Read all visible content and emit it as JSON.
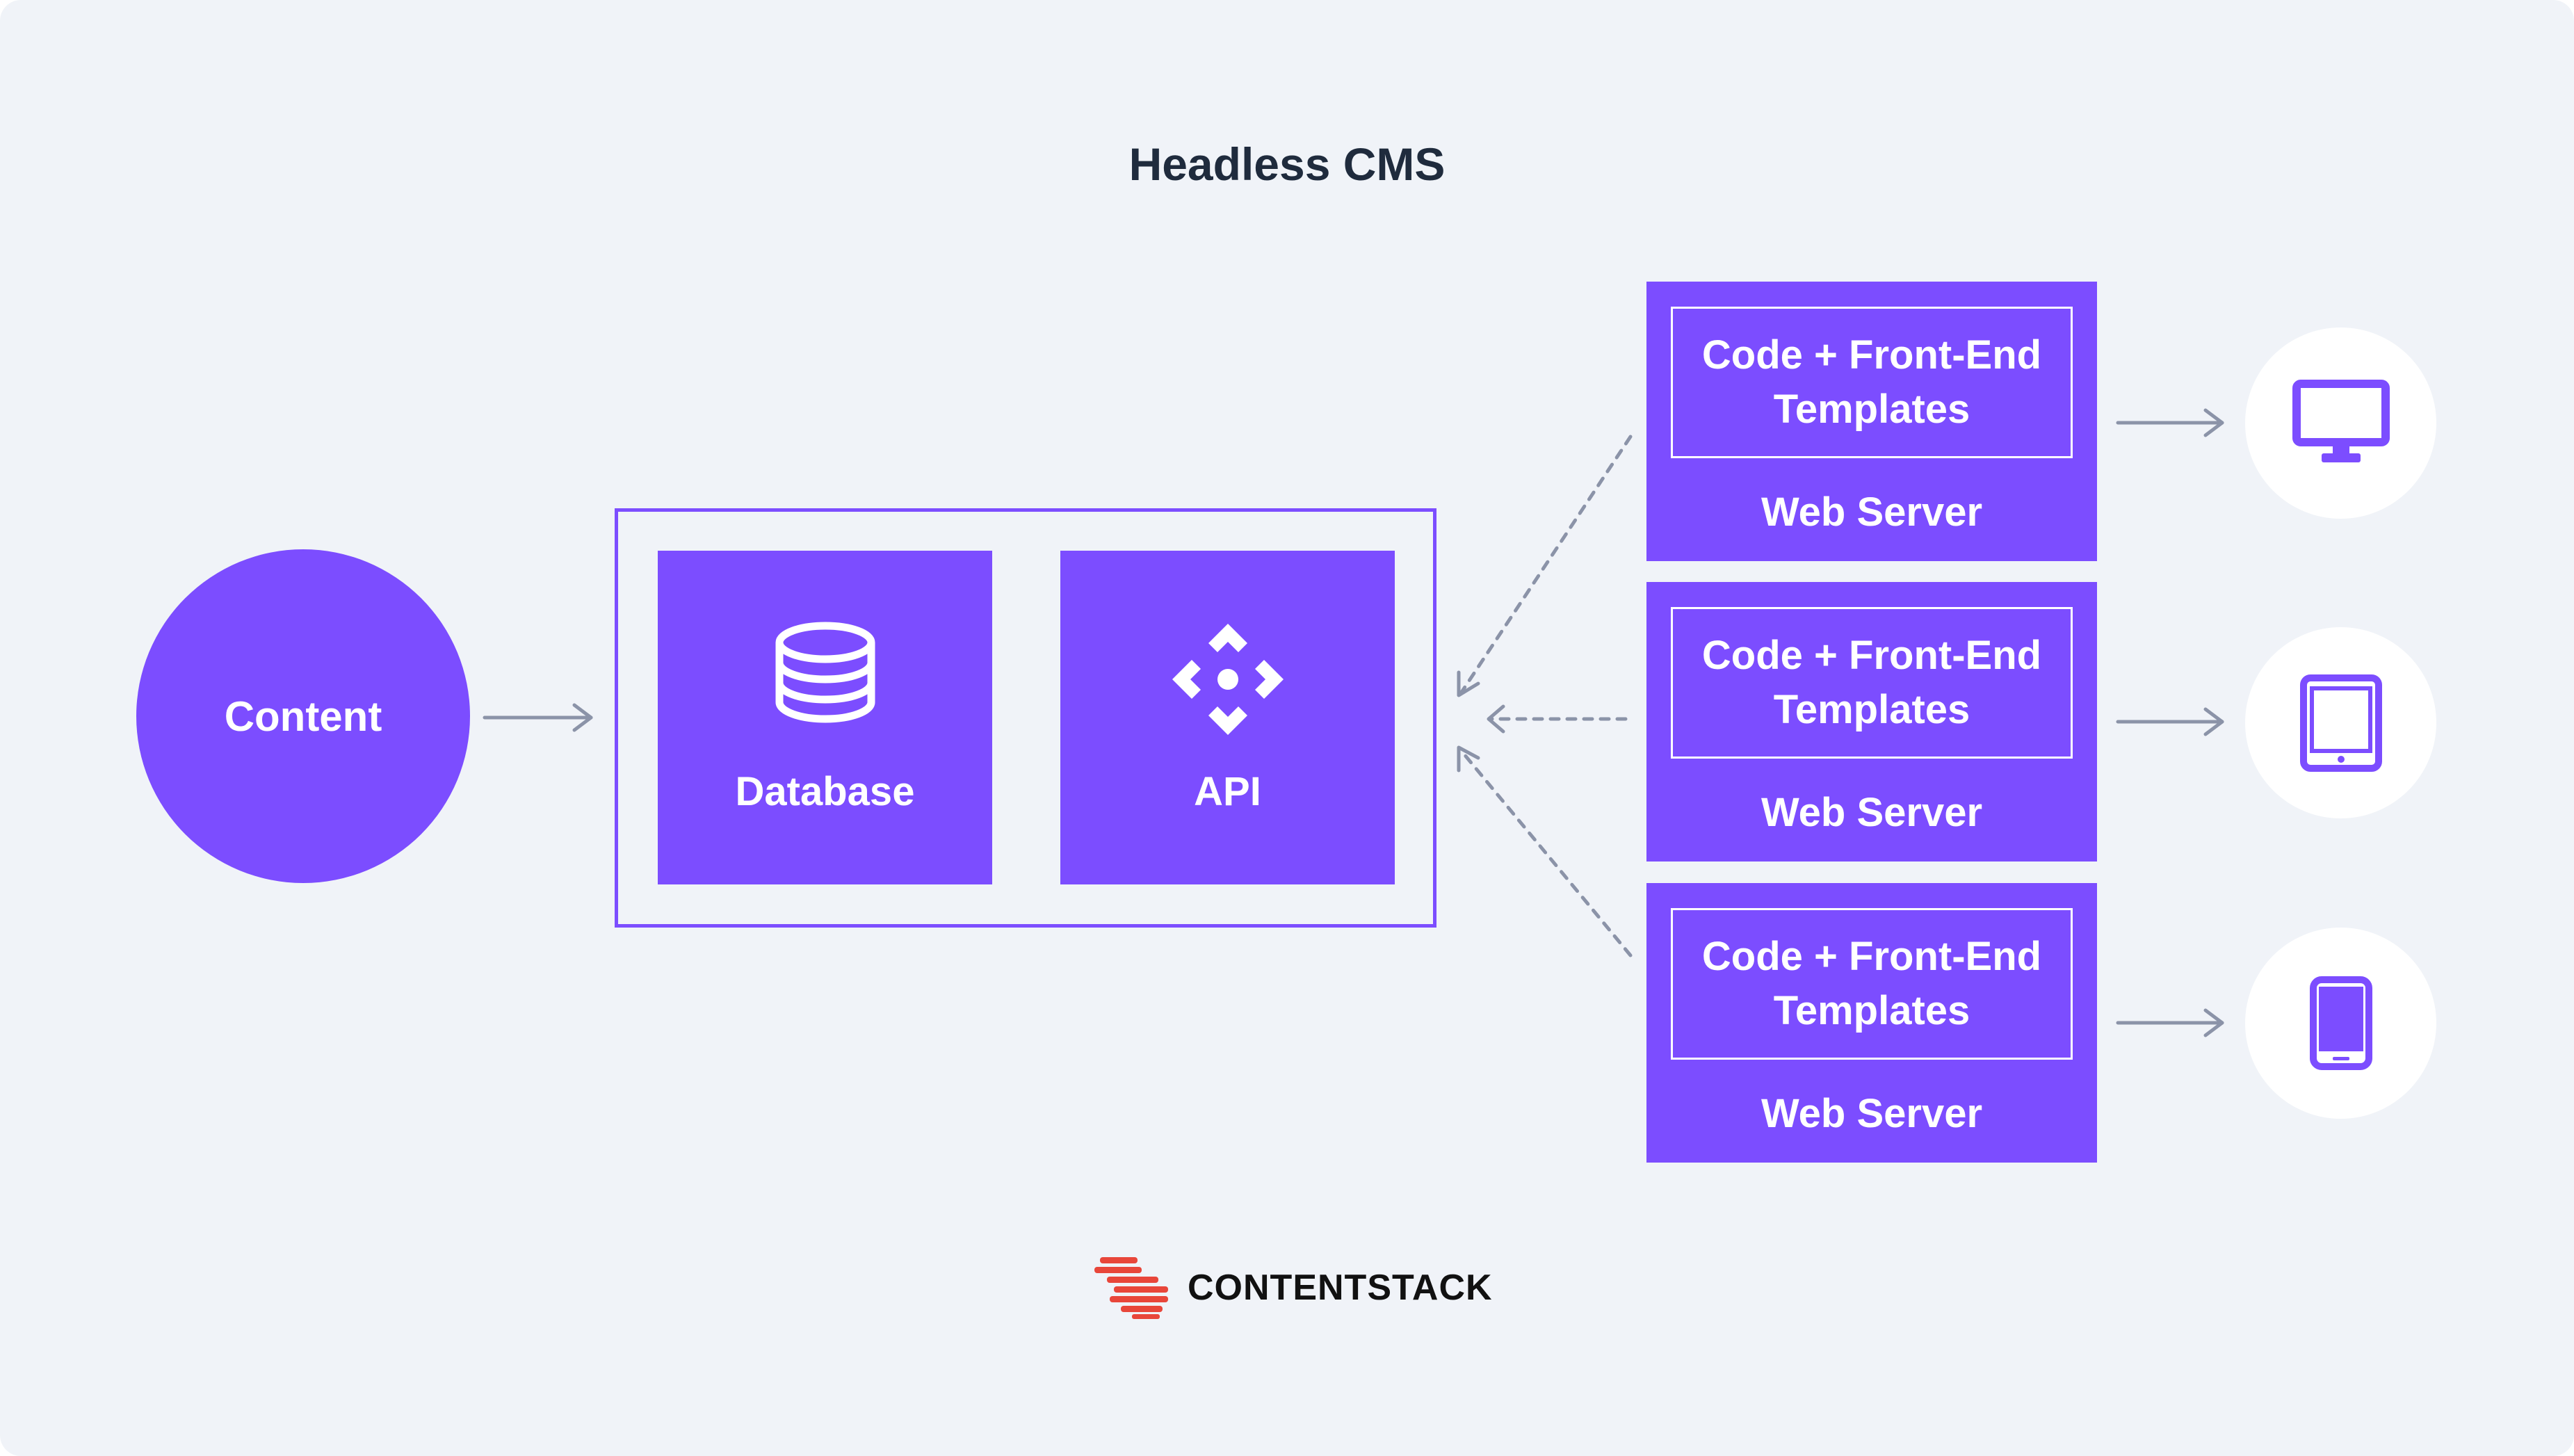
{
  "title": "Headless CMS",
  "content_node": {
    "label": "Content"
  },
  "cms": {
    "database": {
      "label": "Database",
      "icon": "database-icon"
    },
    "api": {
      "label": "API",
      "icon": "api-icon"
    }
  },
  "servers": [
    {
      "inner_label": "Code + Front-End Templates",
      "label": "Web Server"
    },
    {
      "inner_label": "Code + Front-End Templates",
      "label": "Web Server"
    },
    {
      "inner_label": "Code + Front-End Templates",
      "label": "Web Server"
    }
  ],
  "devices": [
    {
      "icon": "desktop-monitor-icon"
    },
    {
      "icon": "tablet-icon"
    },
    {
      "icon": "mobile-phone-icon"
    }
  ],
  "brand": {
    "name": "CONTENTSTACK",
    "logo": "contentstack-logo-icon"
  },
  "colors": {
    "background": "#f0f3f8",
    "accent": "#7c4dff",
    "arrow": "#8b93a8",
    "title": "#1f2b3d",
    "brand_red": "#e8463a"
  }
}
